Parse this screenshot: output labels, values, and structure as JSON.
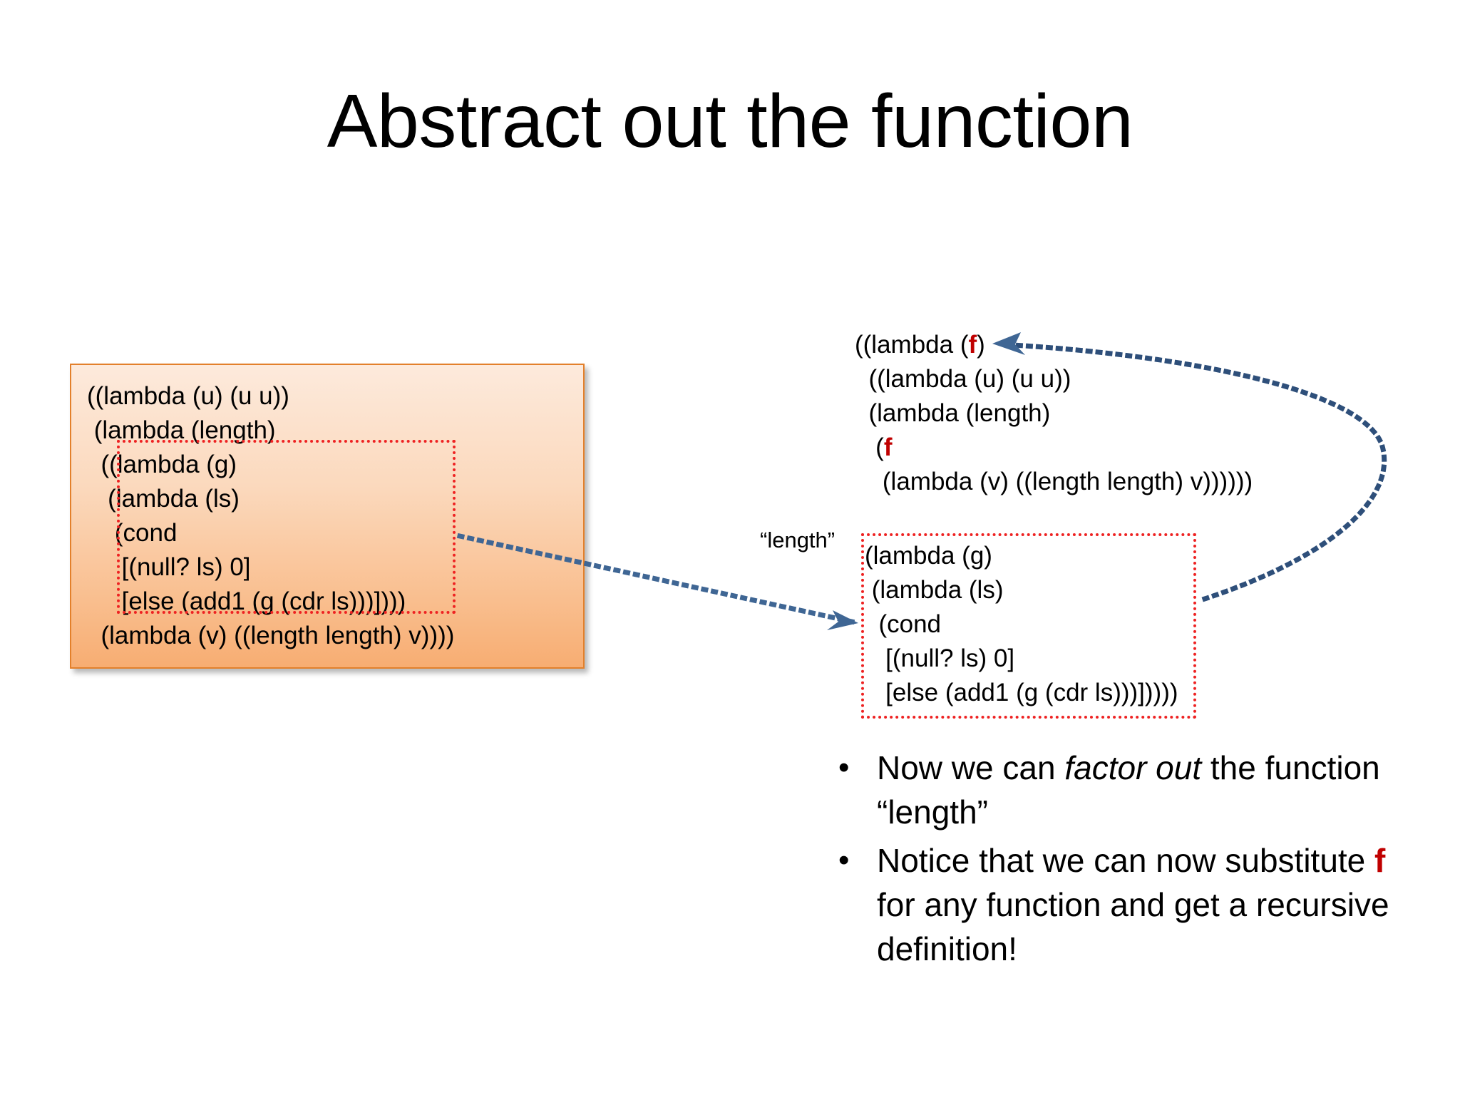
{
  "slide": {
    "title": "Abstract out the function",
    "background_color": "#ffffff"
  },
  "left_panel": {
    "fill_top_color": "#fdeadc",
    "fill_bottom_color": "#f7ad72",
    "border_color": "#e3802b",
    "code": "((lambda (u) (u u))\n (lambda (length)\n  ((lambda (g)\n   (lambda (ls)\n    (cond\n     [(null? ls) 0]\n     [else (add1 (g (cdr ls)))])))\n  (lambda (v) ((length length) v))))",
    "code_lines": [
      "((lambda (u) (u u))",
      " (lambda (length)",
      "  ((lambda (g)",
      "   (lambda (ls)",
      "    (cond",
      "     [(null? ls) 0]",
      "     [else (add1 (g (cdr ls)))])))",
      "  (lambda (v) ((length length) v))))"
    ],
    "highlight_color": "#ee2222"
  },
  "right_panel": {
    "code_top_lines": [
      "((lambda (f)",
      "  ((lambda (u) (u u))",
      "  (lambda (length)",
      "   (f",
      "    (lambda (v) ((length length) v))))))"
    ],
    "code_top_line1_prefix": "((lambda (",
    "code_top_line1_var": "f",
    "code_top_line1_suffix": ")",
    "code_top_line2": "  ((lambda (u) (u u))",
    "code_top_line3": "  (lambda (length)",
    "code_top_line4_indent": "   (",
    "code_top_line4_var": "f",
    "code_top_line5": "    (lambda (v) ((length length) v))))))",
    "code_bottom_lines": [
      "(lambda (g)",
      " (lambda (ls)",
      "  (cond",
      "   [(null? ls) 0]",
      "   [else (add1 (g (cdr ls)))]))))"
    ],
    "highlight_color": "#ee2222",
    "variable_color": "#c00000",
    "length_caption": "“length”"
  },
  "bullets": {
    "marker": "•",
    "items": [
      {
        "pre": "Now we can ",
        "em": "factor out",
        "post": " the function “length”"
      },
      {
        "pre": "Notice that we can now substitute ",
        "em_red": "f",
        "post": " for any function and get a recursive definition!"
      }
    ],
    "item1_text": "Now we can factor out the function “length”",
    "item2_text": "Notice that we can now substitute f for any function and get a recursive definition!"
  },
  "arrows": {
    "color": "#3f6694",
    "straight_arrow_label": "left-box-to-right-box",
    "curved_arrow_label": "right-box-to-f"
  }
}
